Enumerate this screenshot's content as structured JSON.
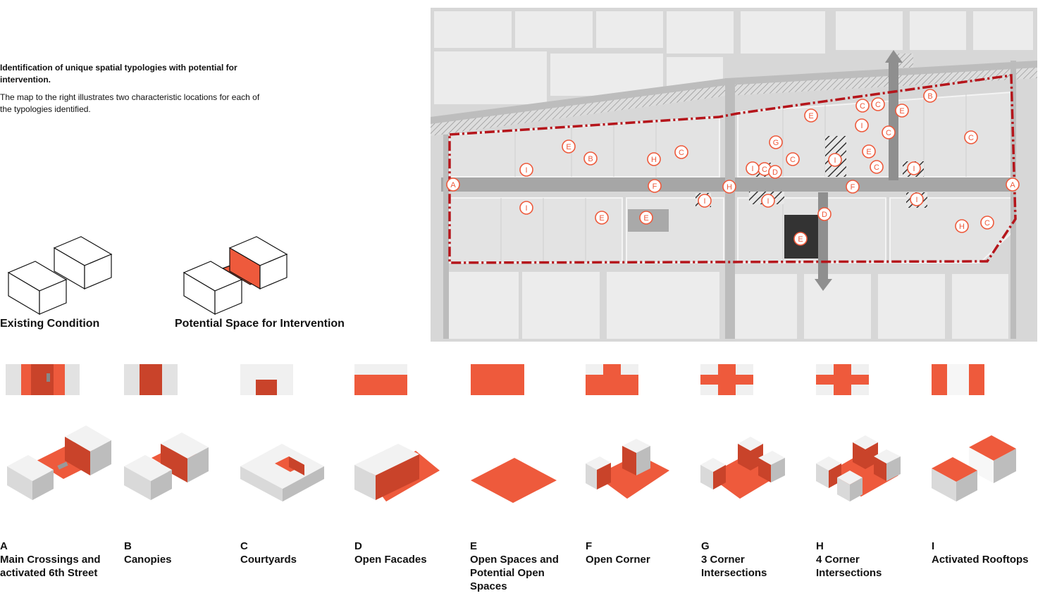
{
  "intro": {
    "title": "Identification of unique spatial typologies with potential for intervention.",
    "body": "The map to the right illustrates two characteristic locations for each of the typologies identified."
  },
  "legend": {
    "existing": "Existing Condition",
    "potential": "Potential Space for Intervention"
  },
  "colors": {
    "accent": "#ee5a3c",
    "accent_dark": "#c9432a",
    "boundary": "#b5151b",
    "block_light": "#e4e4e4",
    "street": "#a6a6a6",
    "map_bg": "#d9d9d9"
  },
  "map_markers": [
    "A",
    "B",
    "C",
    "D",
    "E",
    "F",
    "G",
    "H",
    "I"
  ],
  "typologies": [
    {
      "letter": "A",
      "name": "Main Crossings and activated 6th Street"
    },
    {
      "letter": "B",
      "name": "Canopies"
    },
    {
      "letter": "C",
      "name": "Courtyards"
    },
    {
      "letter": "D",
      "name": "Open Facades"
    },
    {
      "letter": "E",
      "name": "Open Spaces and Potential Open Spaces"
    },
    {
      "letter": "F",
      "name": "Open Corner"
    },
    {
      "letter": "G",
      "name": "3 Corner Intersections"
    },
    {
      "letter": "H",
      "name": "4 Corner Intersections"
    },
    {
      "letter": "I",
      "name": "Activated Rooftops"
    }
  ]
}
